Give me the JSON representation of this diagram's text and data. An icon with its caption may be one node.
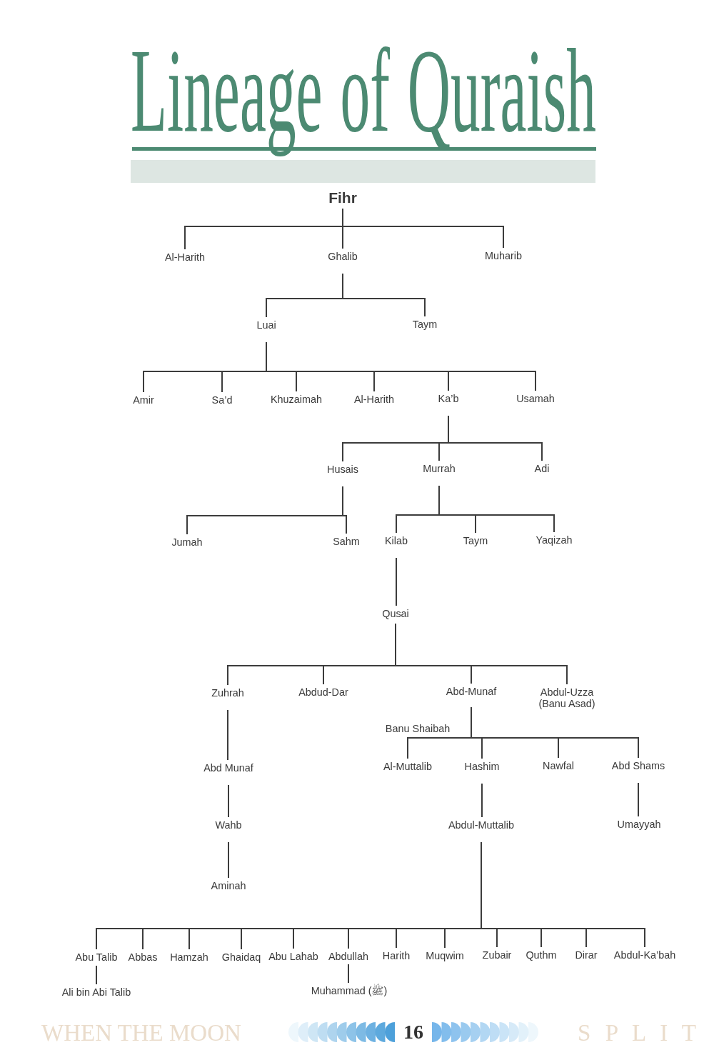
{
  "diagram": {
    "title": "Lineage of Quraish",
    "nodes": [
      {
        "text": [
          "Fihr"
        ]
      },
      {
        "text": [
          "Al-Harith"
        ]
      },
      {
        "text": [
          "Ghalib"
        ]
      },
      {
        "text": [
          "Muharib"
        ]
      },
      {
        "text": [
          "Luai"
        ]
      },
      {
        "text": [
          "Taym"
        ]
      },
      {
        "text": [
          "Amir"
        ]
      },
      {
        "text": [
          "Sa’d"
        ]
      },
      {
        "text": [
          "Khuzaimah"
        ]
      },
      {
        "text": [
          "Al-Harith"
        ]
      },
      {
        "text": [
          "Ka’b"
        ]
      },
      {
        "text": [
          "Usamah"
        ]
      },
      {
        "text": [
          "Husais"
        ]
      },
      {
        "text": [
          "Murrah"
        ]
      },
      {
        "text": [
          "Adi"
        ]
      },
      {
        "text": [
          "Jumah"
        ]
      },
      {
        "text": [
          "Sahm"
        ]
      },
      {
        "text": [
          "Kilab"
        ]
      },
      {
        "text": [
          "Taym"
        ]
      },
      {
        "text": [
          "Yaqizah"
        ]
      },
      {
        "text": [
          "Qusai"
        ]
      },
      {
        "text": [
          "Zuhrah"
        ]
      },
      {
        "text": [
          "Abdud-Dar"
        ]
      },
      {
        "text": [
          "Abd-Munaf"
        ]
      },
      {
        "text": [
          "Abdul-Uzza (Banu Asad)"
        ]
      },
      {
        "text": [
          "Abd Munaf"
        ]
      },
      {
        "text": [
          "Al-Muttalib"
        ]
      },
      {
        "text": [
          "Hashim"
        ]
      },
      {
        "text": [
          "Nawfal"
        ]
      },
      {
        "text": [
          "Abd Shams"
        ]
      },
      {
        "text": [
          "Wahb"
        ]
      },
      {
        "text": [
          "Abdul-Muttalib"
        ]
      },
      {
        "text": [
          "Umayyah"
        ]
      },
      {
        "text": [
          "Aminah"
        ]
      },
      {
        "text": [
          "Abu Talib"
        ]
      },
      {
        "text": [
          "Abbas"
        ]
      },
      {
        "text": [
          "Hamzah"
        ]
      },
      {
        "text": [
          "Ghaidaq"
        ]
      },
      {
        "text": [
          "Abu Lahab"
        ]
      },
      {
        "text": [
          "Abdullah"
        ]
      },
      {
        "text": [
          "Harith"
        ]
      },
      {
        "text": [
          "Muqwim"
        ]
      },
      {
        "text": [
          "Zubair"
        ]
      },
      {
        "text": [
          "Quthm"
        ]
      },
      {
        "text": [
          "Dirar"
        ]
      },
      {
        "text": [
          "Abdul-Ka’bah"
        ]
      },
      {
        "text": [
          "Ali bin Abi Talib"
        ]
      },
      {
        "text": [
          "Muhammad (ﷺ)"
        ]
      }
    ],
    "edges": [
      {
        "from": 0,
        "to": 1,
        "arrow": "none"
      },
      {
        "from": 0,
        "to": 2,
        "arrow": "none"
      },
      {
        "from": 0,
        "to": 3,
        "arrow": "none"
      },
      {
        "from": 2,
        "to": 4,
        "arrow": "none"
      },
      {
        "from": 2,
        "to": 5,
        "arrow": "none"
      },
      {
        "from": 4,
        "to": 6,
        "arrow": "none"
      },
      {
        "from": 4,
        "to": 7,
        "arrow": "none"
      },
      {
        "from": 4,
        "to": 8,
        "arrow": "none"
      },
      {
        "from": 4,
        "to": 9,
        "arrow": "none"
      },
      {
        "from": 4,
        "to": 10,
        "arrow": "none"
      },
      {
        "from": 4,
        "to": 11,
        "arrow": "none"
      },
      {
        "from": 10,
        "to": 12,
        "arrow": "none"
      },
      {
        "from": 10,
        "to": 13,
        "arrow": "none"
      },
      {
        "from": 10,
        "to": 14,
        "arrow": "none"
      },
      {
        "from": 12,
        "to": 15,
        "arrow": "none"
      },
      {
        "from": 12,
        "to": 16,
        "arrow": "none"
      },
      {
        "from": 13,
        "to": 17,
        "arrow": "none"
      },
      {
        "from": 13,
        "to": 18,
        "arrow": "none"
      },
      {
        "from": 13,
        "to": 19,
        "arrow": "none"
      },
      {
        "from": 17,
        "to": 20,
        "arrow": "none"
      },
      {
        "from": 20,
        "to": 21,
        "arrow": "none"
      },
      {
        "from": 20,
        "to": 22,
        "arrow": "none"
      },
      {
        "from": 20,
        "to": 23,
        "arrow": "none"
      },
      {
        "from": 20,
        "to": 24,
        "arrow": "none"
      },
      {
        "from": 21,
        "to": 25,
        "arrow": "none"
      },
      {
        "from": 23,
        "to": 26,
        "arrow": "none"
      },
      {
        "from": 23,
        "to": 27,
        "arrow": "none"
      },
      {
        "from": 23,
        "to": 28,
        "arrow": "none"
      },
      {
        "from": 23,
        "to": 29,
        "arrow": "none"
      },
      {
        "from": 25,
        "to": 30,
        "arrow": "none"
      },
      {
        "from": 27,
        "to": 31,
        "arrow": "none"
      },
      {
        "from": 29,
        "to": 32,
        "arrow": "none"
      },
      {
        "from": 30,
        "to": 33,
        "arrow": "none"
      },
      {
        "from": 31,
        "to": 34,
        "arrow": "none"
      },
      {
        "from": 31,
        "to": 35,
        "arrow": "none"
      },
      {
        "from": 31,
        "to": 36,
        "arrow": "none"
      },
      {
        "from": 31,
        "to": 37,
        "arrow": "none"
      },
      {
        "from": 31,
        "to": 38,
        "arrow": "none"
      },
      {
        "from": 31,
        "to": 39,
        "arrow": "none"
      },
      {
        "from": 31,
        "to": 40,
        "arrow": "none"
      },
      {
        "from": 31,
        "to": 41,
        "arrow": "none"
      },
      {
        "from": 31,
        "to": 42,
        "arrow": "none"
      },
      {
        "from": 31,
        "to": 43,
        "arrow": "none"
      },
      {
        "from": 31,
        "to": 44,
        "arrow": "none"
      },
      {
        "from": 31,
        "to": 45,
        "arrow": "none"
      },
      {
        "from": 34,
        "to": 46,
        "arrow": "none"
      },
      {
        "from": 39,
        "to": 47,
        "arrow": "none"
      }
    ],
    "labels": [
      "Banu Shaibah",
      "WHEN THE MOON",
      "16",
      "S P L I T"
    ]
  }
}
